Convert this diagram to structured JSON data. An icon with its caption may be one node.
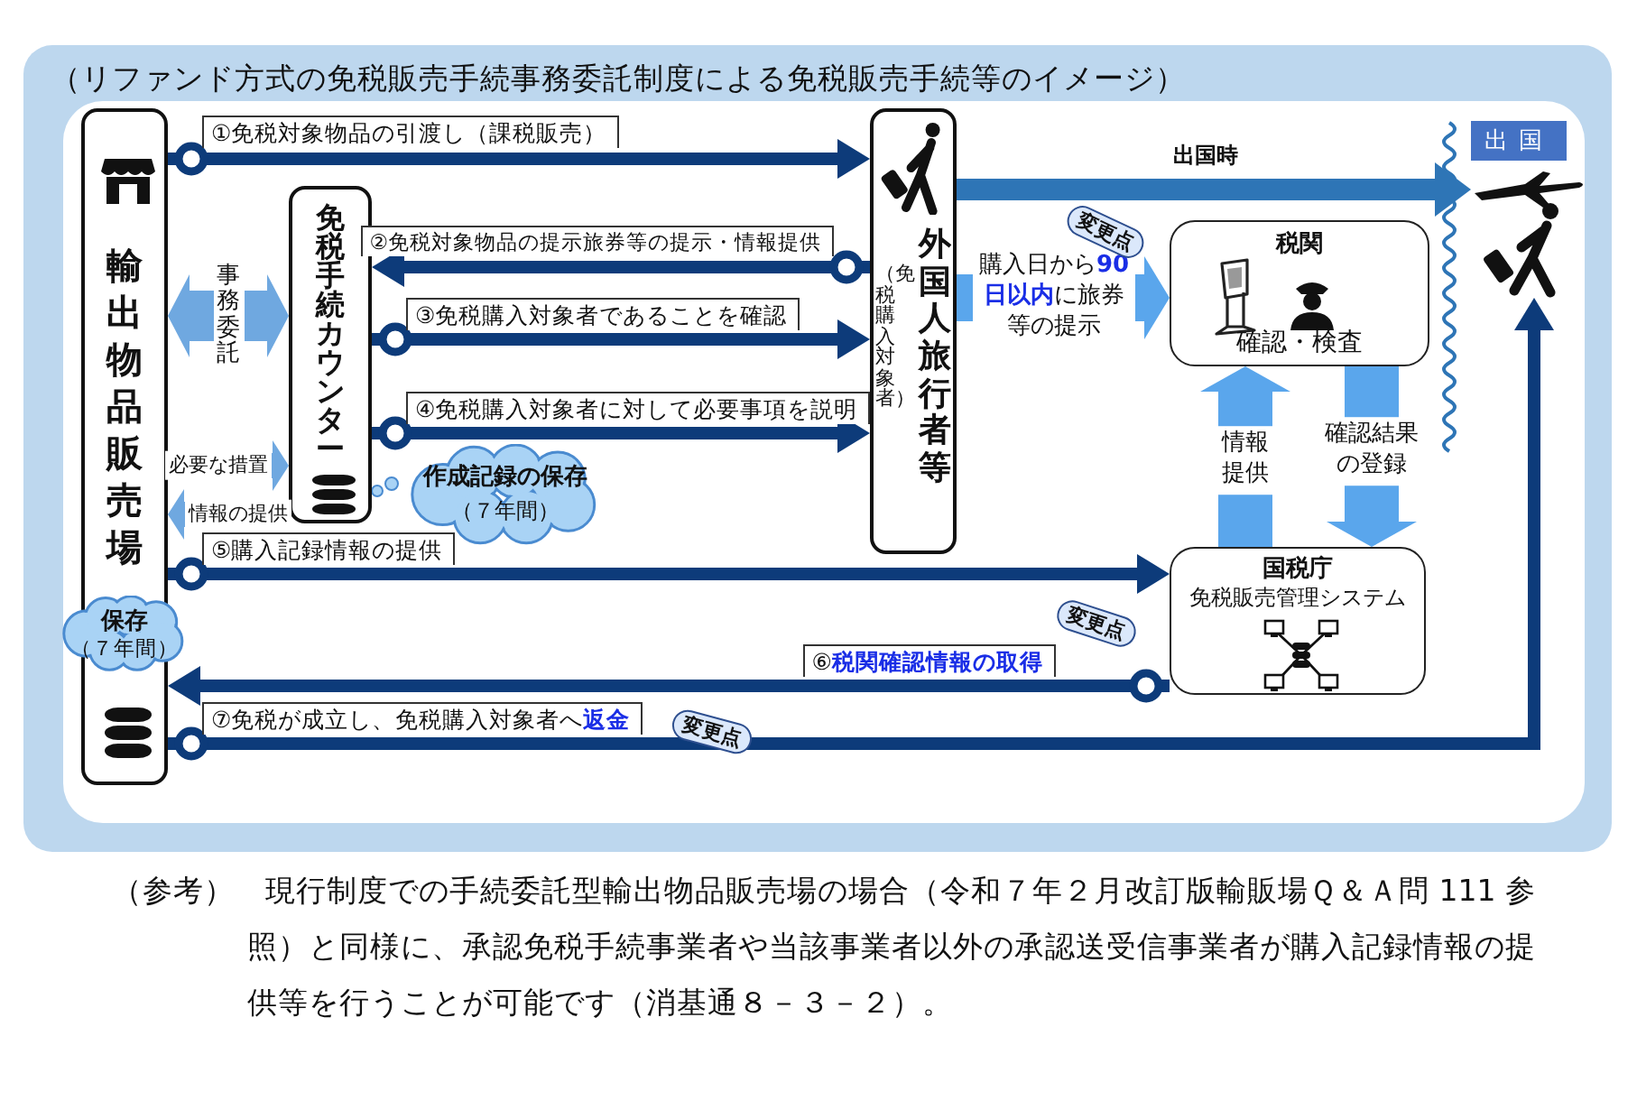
{
  "diagram": {
    "title": "（リファンド方式の免税販売手続事務委託制度による免税販売手続等のイメージ）",
    "caption": "（参考）　現行制度での手続委託型輸出物品販売場の場合（令和７年２月改訂版輸販場Ｑ＆Ａ問 111 参照）と同様に、承認免税手続事業者や当該事業者以外の承認送受信事業者が購入記録情報の提供等を行うことが可能です（消基通８－３－２）。",
    "nodes": [
      {
        "text": [
          "輸出物品販売場"
        ]
      },
      {
        "text": [
          "免税手続カウンター"
        ]
      },
      {
        "text": [
          "（免税購入対象者）",
          "外国人旅行者等"
        ]
      },
      {
        "text": [
          "税関",
          "確認・検査"
        ]
      },
      {
        "text": [
          "国税庁",
          "免税販売管理システム"
        ]
      },
      {
        "text": [],
        "shape": "person"
      },
      {
        "text": [
          "出国"
        ]
      },
      {
        "text": [
          "作成記録の保存",
          "（７年間）"
        ]
      },
      {
        "text": [
          "保存",
          "（７年間）"
        ]
      }
    ],
    "edges": [
      {
        "from": 0,
        "to": 2,
        "arrow": "to",
        "label": "①免税対象物品の引渡し（課税販売）"
      },
      {
        "from": 0,
        "to": 1,
        "arrow": "both",
        "label": "事務委託",
        "color": "#6fa8e0"
      },
      {
        "from": 2,
        "to": 1,
        "arrow": "to",
        "label": "②免税対象物品の提示旅券等の提示・情報提供"
      },
      {
        "from": 1,
        "to": 2,
        "arrow": "to",
        "label": "③免税購入対象者であることを確認"
      },
      {
        "from": 1,
        "to": 2,
        "arrow": "to",
        "label": "④免税購入対象者に対して必要事項を説明"
      },
      {
        "from": 0,
        "to": 1,
        "arrow": "to",
        "label": "必要な措置",
        "color": "#6fa8e0"
      },
      {
        "from": 1,
        "to": 0,
        "arrow": "to",
        "label": "情報の提供",
        "color": "#6fa8e0"
      },
      {
        "from": 2,
        "to": 5,
        "arrow": "to",
        "label": "出国時",
        "color": "#2e75b6"
      },
      {
        "from": 2,
        "to": 3,
        "arrow": "to",
        "label": "購入日から**90日以内**に旅券等の提示",
        "color": "#5aa6ec"
      },
      {
        "from": 4,
        "to": 3,
        "arrow": "to",
        "label": "情報提供",
        "color": "#5aa6ec"
      },
      {
        "from": 3,
        "to": 4,
        "arrow": "to",
        "label": "確認結果の登録",
        "color": "#5aa6ec"
      },
      {
        "from": 0,
        "to": 4,
        "arrow": "to",
        "label": "⑤購入記録情報の提供"
      },
      {
        "from": 4,
        "to": 0,
        "arrow": "to",
        "label": "⑥**税関確認情報の取得**"
      },
      {
        "from": 0,
        "to": 5,
        "arrow": "to",
        "label": "⑦免税が成立し、免税購入対象者へ**返金**"
      }
    ],
    "labels": [
      "変更点",
      "変更点",
      "変更点"
    ]
  }
}
